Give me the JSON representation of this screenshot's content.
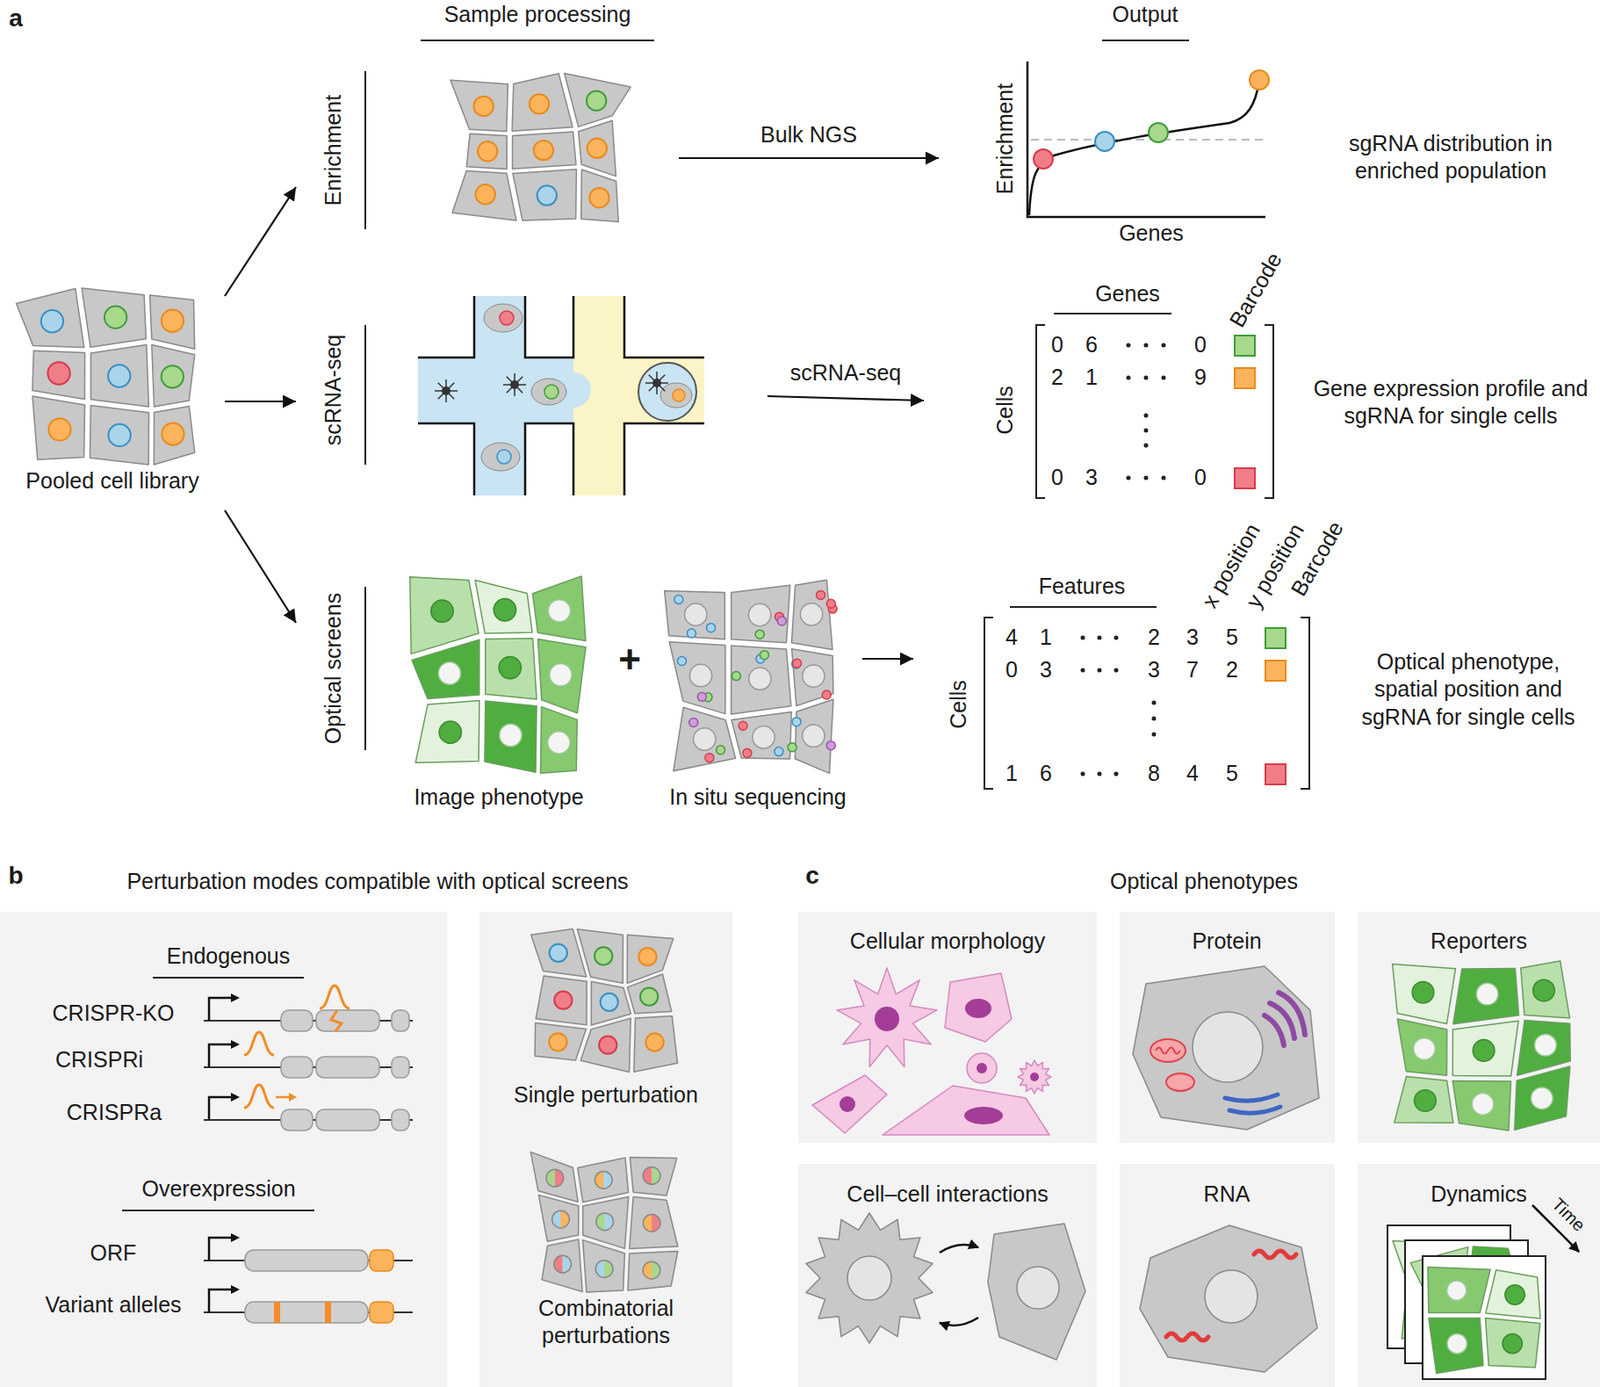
{
  "diagram": {
    "nodes": [
      {
        "text": [
          "Pooled cell library"
        ]
      },
      {
        "text": [
          "Enrichment"
        ]
      },
      {
        "text": [
          "scRNA-seq"
        ]
      },
      {
        "text": [
          "Optical screens",
          "Image phenotype",
          "In situ sequencing"
        ]
      },
      {
        "text": [
          "Enrichment",
          "Genes"
        ]
      },
      {
        "text": [
          "Genes",
          "Barcode",
          "Cells"
        ]
      },
      {
        "text": [
          "Features",
          "x position",
          "y position",
          "Barcode",
          "Cells"
        ]
      },
      {
        "text": [
          "Endogenous",
          "CRISPR-KO",
          "CRISPRi",
          "CRISPRa",
          "Overexpression",
          "ORF",
          "Variant alleles"
        ]
      },
      {
        "text": [
          "Single perturbation",
          "Combinatorial perturbations"
        ]
      },
      {
        "text": [
          "Cellular morphology"
        ]
      },
      {
        "text": [
          "Protein"
        ]
      },
      {
        "text": [
          "Reporters"
        ]
      },
      {
        "text": [
          "Cell–cell interactions"
        ]
      },
      {
        "text": [
          "RNA"
        ]
      },
      {
        "text": [
          "Dynamics"
        ]
      }
    ],
    "edges": [
      {
        "from": 0,
        "to": 1,
        "arrow": "to"
      },
      {
        "from": 0,
        "to": 2,
        "arrow": "to"
      },
      {
        "from": 0,
        "to": 3,
        "arrow": "to"
      },
      {
        "from": 1,
        "to": 4,
        "label": "Bulk NGS",
        "arrow": "to"
      },
      {
        "from": 2,
        "to": 5,
        "label": "scRNA-seq",
        "arrow": "to"
      },
      {
        "from": 3,
        "to": 6,
        "arrow": "to"
      }
    ],
    "labels": [
      "a",
      "Sample processing",
      "Output",
      "sgRNA distribution in enriched population",
      "Gene expression profile and sgRNA for single cells",
      "Optical phenotype, spatial position and sgRNA for single cells",
      "0",
      "6",
      "0",
      "2",
      "1",
      "9",
      "0",
      "3",
      "0",
      "4",
      "1",
      "2",
      "3",
      "5",
      "0",
      "3",
      "3",
      "7",
      "2",
      "1",
      "6",
      "8",
      "4",
      "5",
      "b",
      "Perturbation modes compatible with optical screens",
      "c",
      "Optical phenotypes",
      "Time",
      "+"
    ]
  }
}
